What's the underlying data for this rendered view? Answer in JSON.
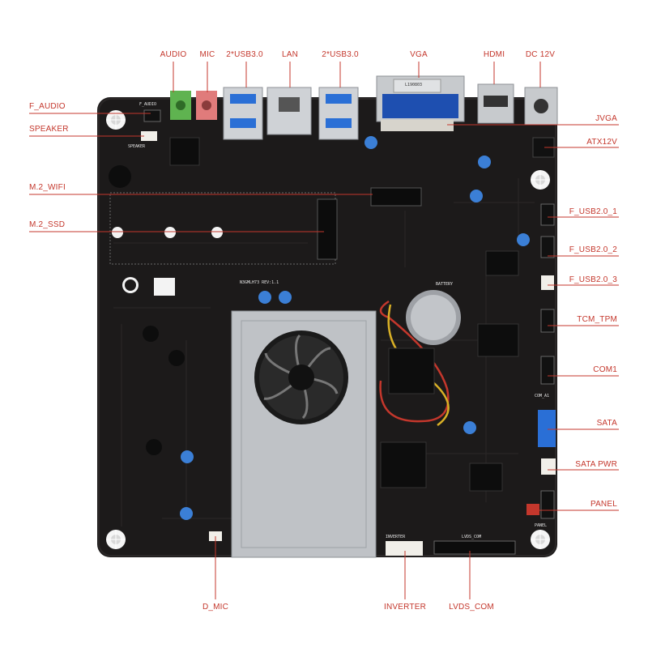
{
  "colors": {
    "label": "#c4372c",
    "pcb": "#1c1a1a",
    "heatsink": "#bfc2c6",
    "vga_blue": "#1e4fb0",
    "sata_blue": "#2a6fd6",
    "audio_green": "#5fb350",
    "mic_pink": "#e07b7b"
  },
  "labels": {
    "top": {
      "audio": "AUDIO",
      "mic": "MIC",
      "usb_left": "2*USB3.0",
      "lan": "LAN",
      "usb_right": "2*USB3.0",
      "vga": "VGA",
      "hdmi": "HDMI",
      "dc": "DC 12V"
    },
    "left": {
      "f_audio": "F_AUDIO",
      "speaker": "SPEAKER",
      "m2_wifi": "M.2_WIFI",
      "m2_ssd": "M.2_SSD"
    },
    "right": {
      "jvga": "JVGA",
      "atx12v": "ATX12V",
      "f_usb1": "F_USB2.0_1",
      "f_usb2": "F_USB2.0_2",
      "f_usb3": "F_USB2.0_3",
      "tcm_tpm": "TCM_TPM",
      "com1": "COM1",
      "sata": "SATA",
      "sata_pwr": "SATA PWR",
      "panel": "PANEL"
    },
    "bottom": {
      "d_mic": "D_MIC",
      "inverter": "INVERTER",
      "lvds_com": "LVDS_COM"
    }
  },
  "board_text": {
    "f_audio_silk": "F_AUDIO",
    "speaker_silk": "SPEAKER",
    "board_model": "N3GMLH73 REV:1.1",
    "battery": "BATTERY",
    "inverter_silk": "INVERTER",
    "lvds_silk": "LVDS_COM",
    "vga_chip": "L190803",
    "panel_silk": "PANEL",
    "com_silk": "COM_A1"
  },
  "icons": {
    "fan": "cooling-fan-icon",
    "battery": "coin-battery-icon",
    "mount": "mounting-hole-icon"
  }
}
